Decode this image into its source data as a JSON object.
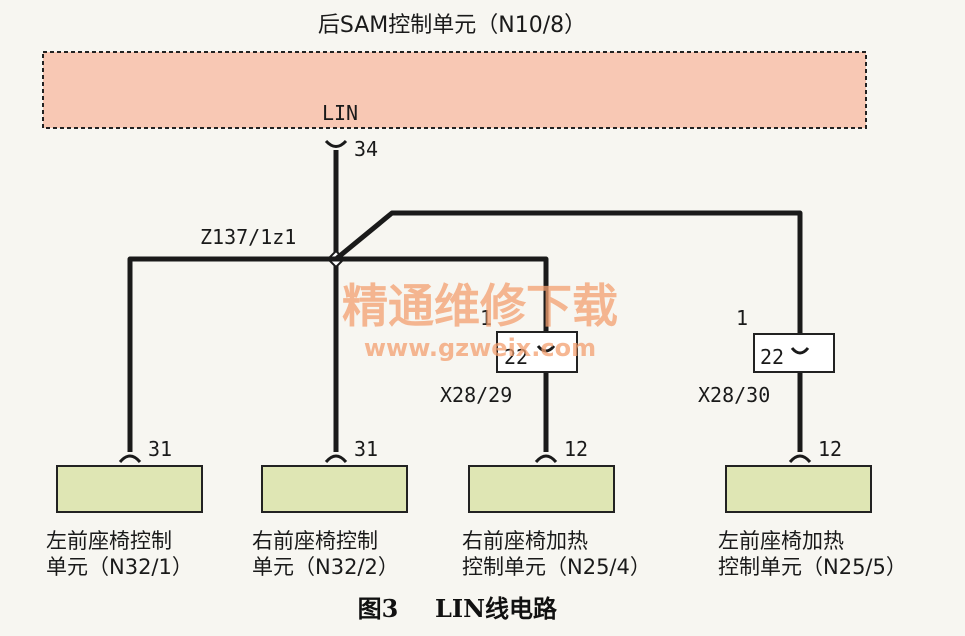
{
  "title": "后SAM控制单元（N10/8）",
  "sam": {
    "pin_label": "LIN",
    "pin_number": "34",
    "fill": "#f8c8b4"
  },
  "splice": "Z137/1z1",
  "connectors": [
    {
      "id": "X28/29",
      "pin_top": "1",
      "pin_main": "22"
    },
    {
      "id": "X28/30",
      "pin_top": "1",
      "pin_main": "22"
    }
  ],
  "modules": [
    {
      "pin": "31",
      "line1": "左前座椅控制",
      "line2": "单元（N32/1）"
    },
    {
      "pin": "31",
      "line1": "右前座椅控制",
      "line2": "单元（N32/2）"
    },
    {
      "pin": "12",
      "line1": "右前座椅加热",
      "line2": "控制单元（N25/4）"
    },
    {
      "pin": "12",
      "line1": "左前座椅加热",
      "line2": "控制单元（N25/5）"
    }
  ],
  "caption": {
    "fig": "图3",
    "text": "LIN线电路"
  },
  "watermark": {
    "line1": "精通维修下载",
    "line2": "www.gzweix.com"
  },
  "colors": {
    "module_fill": "#dfe6b4",
    "watermark": "#f4a070"
  }
}
